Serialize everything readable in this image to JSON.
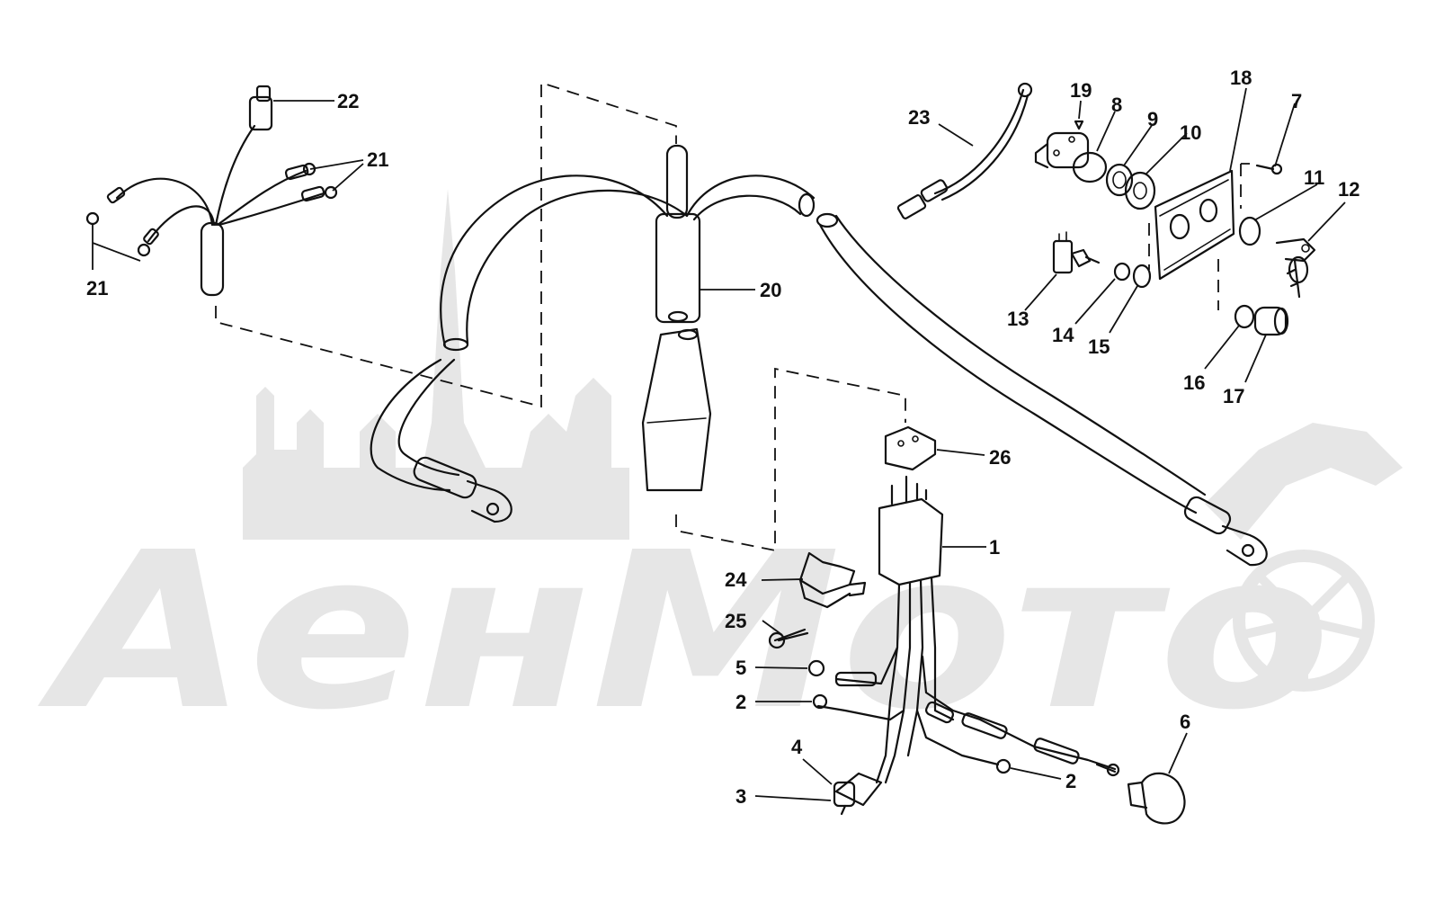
{
  "watermark": {
    "text": "AeнМото",
    "color": "#e6e6e6"
  },
  "callouts": {
    "c1": "1",
    "c2a": "2",
    "c2b": "2",
    "c3": "3",
    "c4": "4",
    "c5": "5",
    "c6": "6",
    "c7": "7",
    "c8": "8",
    "c9": "9",
    "c10": "10",
    "c11": "11",
    "c12": "12",
    "c13": "13",
    "c14": "14",
    "c15": "15",
    "c16": "16",
    "c17": "17",
    "c18": "18",
    "c19": "19",
    "c20": "20",
    "c21a": "21",
    "c21b": "21",
    "c22": "22",
    "c23": "23",
    "c24": "24",
    "c25": "25",
    "c26": "26"
  }
}
